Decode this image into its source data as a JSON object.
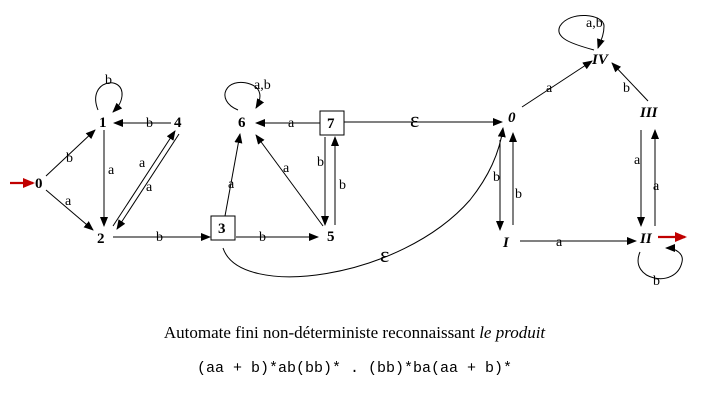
{
  "diagram": {
    "states": {
      "s0": "0",
      "s1": "1",
      "s2": "2",
      "s3": "3",
      "s4": "4",
      "s5": "5",
      "s6": "6",
      "s7": "7",
      "r0": "0",
      "rI": "I",
      "rII": "II",
      "rIII": "III",
      "rIV": "IV"
    },
    "labels": {
      "a": "a",
      "b": "b",
      "ab": "a,b",
      "epsilon": "ε"
    },
    "colors": {
      "initial_final_arrow": "#c00000"
    }
  },
  "caption": {
    "prefix": "Automate fini non-déterministe reconnaissant ",
    "emphasis": "le produit"
  },
  "formula": "(aa + b)*ab(bb)* . (bb)*ba(aa + b)*"
}
